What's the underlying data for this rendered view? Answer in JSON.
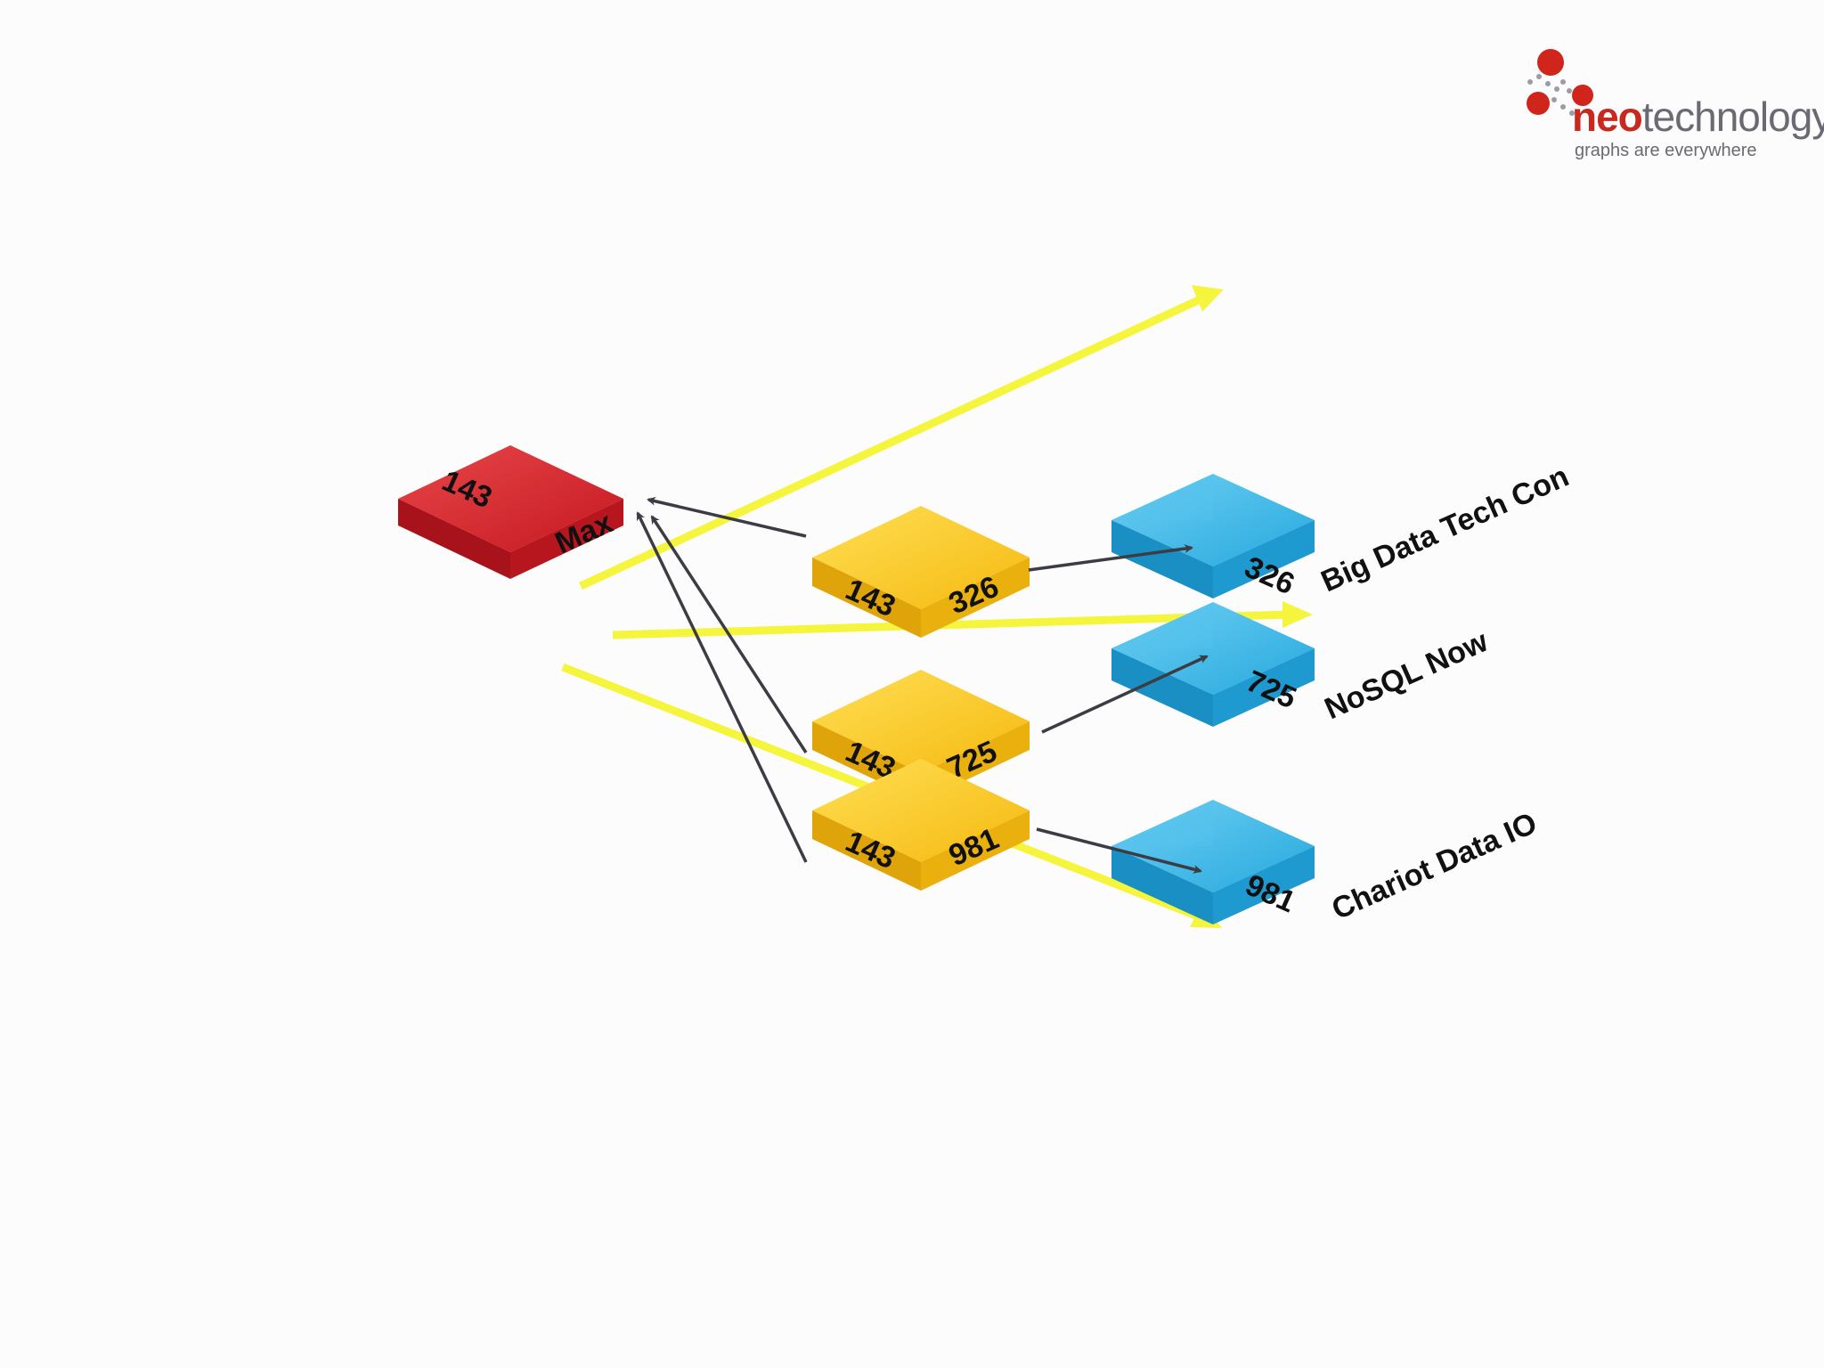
{
  "logo": {
    "word_bold": "neo",
    "word_light": "technology",
    "tagline": "graphs are everywhere",
    "colors": {
      "dot": "#d0251b",
      "bold": "#c8281e",
      "light": "#6a6a72",
      "dotted_dot": "#9c9ca6"
    }
  },
  "colors": {
    "person": "#d41f28",
    "relationship": "#f8c31c",
    "event": "#2eb3e6",
    "pointer_arrow": "#3c3c44",
    "scan_arrow": "#f4f53c"
  },
  "nodes": {
    "max": {
      "id": "143",
      "name": "Max"
    },
    "rel_326": {
      "left": "143",
      "right": "326"
    },
    "rel_725": {
      "left": "143",
      "right": "725"
    },
    "rel_981": {
      "left": "143",
      "right": "981"
    },
    "event_326": {
      "id": "326",
      "name": "Big Data Tech Con"
    },
    "event_725": {
      "id": "725",
      "name": "NoSQL Now"
    },
    "event_981": {
      "id": "981",
      "name": "Chariot Data IO"
    }
  }
}
